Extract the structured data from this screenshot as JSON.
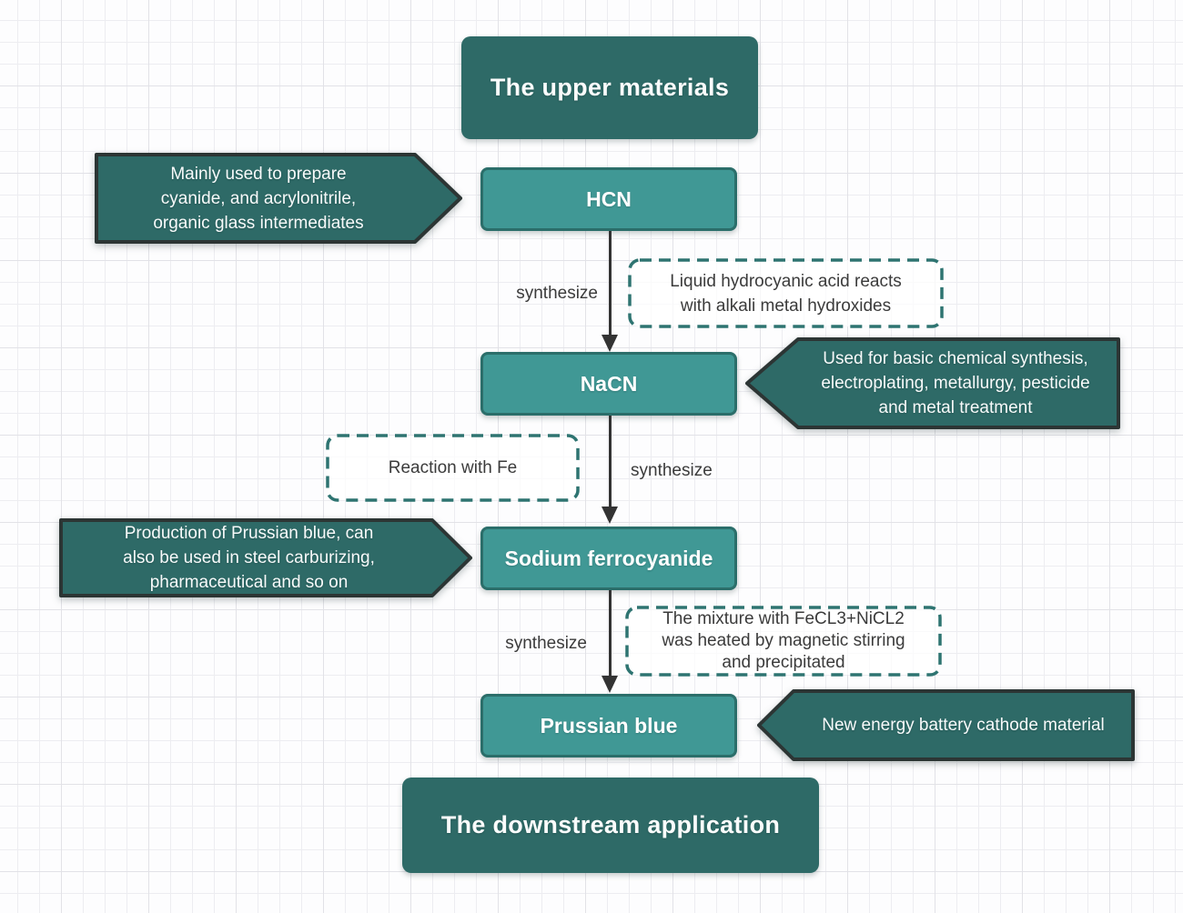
{
  "titles": {
    "top": "The upper materials",
    "bottom": "The downstream application"
  },
  "nodes": {
    "hcn": "HCN",
    "nacn": "NaCN",
    "sodium_ferrocyanide": "Sodium ferrocyanide",
    "prussian_blue": "Prussian blue"
  },
  "edge_labels": {
    "hcn_to_nacn": "synthesize",
    "nacn_to_sodium": "synthesize",
    "sodium_to_prussian": "synthesize"
  },
  "callouts": {
    "hcn_use": "Mainly used to prepare\ncyanide, and acrylonitrile,\norganic glass intermediates",
    "nacn_use": "Used for basic chemical synthesis,\nelectroplating, metallurgy, pesticide\nand metal treatment",
    "sodium_ferrocyanide_use": "Production of Prussian blue, can\nalso be used in steel carburizing,\npharmaceutical and so on",
    "prussian_blue_use": "New energy battery cathode material"
  },
  "process_notes": {
    "hcn_to_nacn": "Liquid hydrocyanic acid reacts\nwith alkali metal hydroxides",
    "nacn_to_sodium": "Reaction with Fe",
    "sodium_to_prussian": "The mixture with FeCL3+NiCL2\nwas heated by magnetic stirring\nand precipitated"
  },
  "colors": {
    "dark_teal": "#2E6A67",
    "node_teal": "#409895",
    "node_border": "#2B6E6A",
    "callout_border": "#2C3534",
    "dashed_border": "#2E7471",
    "text_dark": "#3B3B3B",
    "arrow": "#333333",
    "grid_minor": "#EDEDF1",
    "grid_major": "#E2E2E7",
    "background": "#FDFDFE"
  }
}
